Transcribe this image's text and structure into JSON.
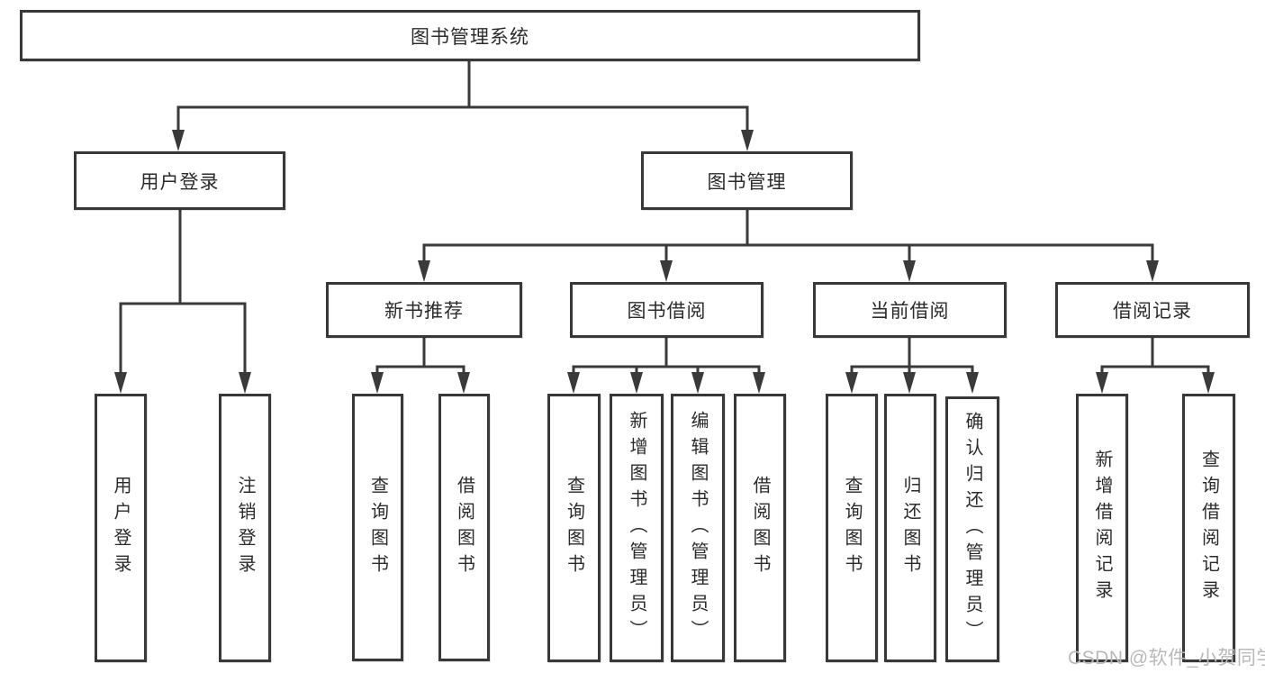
{
  "diagram": {
    "root": {
      "label": "图书管理系统",
      "children": [
        {
          "label": "用户登录",
          "children": [
            {
              "label": "用户登录"
            },
            {
              "label": "注销登录"
            }
          ]
        },
        {
          "label": "图书管理",
          "children": [
            {
              "label": "新书推荐",
              "children": [
                {
                  "label": "查询图书"
                },
                {
                  "label": "借阅图书"
                }
              ]
            },
            {
              "label": "图书借阅",
              "children": [
                {
                  "label": "查询图书"
                },
                {
                  "label": "新增图书（管理员）"
                },
                {
                  "label": "编辑图书（管理员）"
                },
                {
                  "label": "借阅图书"
                }
              ]
            },
            {
              "label": "当前借阅",
              "children": [
                {
                  "label": "查询图书"
                },
                {
                  "label": "归还图书"
                },
                {
                  "label": "确认归还（管理员）"
                }
              ]
            },
            {
              "label": "借阅记录",
              "children": [
                {
                  "label": "新增借阅记录"
                },
                {
                  "label": "查询借阅记录"
                }
              ]
            }
          ]
        }
      ]
    }
  },
  "watermark": {
    "text": "CSDN @软件_小贺同学"
  },
  "colors": {
    "line": "#3a3a3a",
    "border": "#383838",
    "text": "#2b2b2b",
    "watermark": "#b9b9b9",
    "background": "#ffffff"
  }
}
